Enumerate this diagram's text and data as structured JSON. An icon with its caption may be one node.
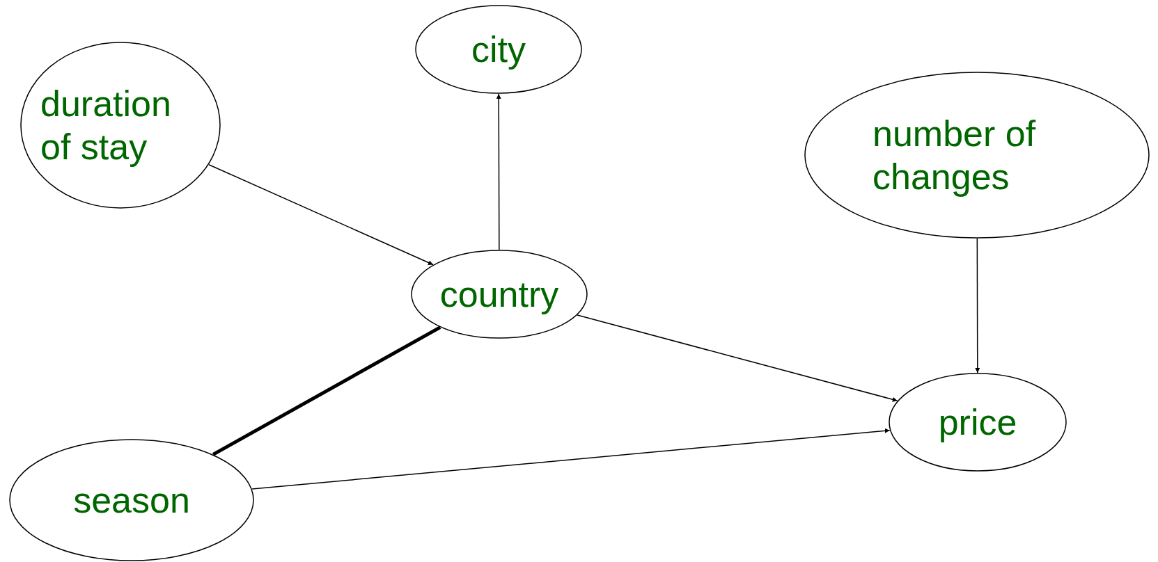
{
  "diagram": {
    "nodes": [
      {
        "text": [
          "city"
        ]
      },
      {
        "text": [
          "duration of stay"
        ]
      },
      {
        "text": [
          "number of changes"
        ]
      },
      {
        "text": [
          "country"
        ]
      },
      {
        "text": [
          "price"
        ]
      },
      {
        "text": [
          "season"
        ]
      }
    ],
    "edges": [
      {
        "from": 1,
        "to": 3,
        "arrow": "to"
      },
      {
        "from": 3,
        "to": 0,
        "arrow": "to"
      },
      {
        "from": 2,
        "to": 4,
        "arrow": "to"
      },
      {
        "from": 3,
        "to": 4,
        "arrow": "to"
      },
      {
        "from": 5,
        "to": 4,
        "arrow": "to"
      },
      {
        "from": 5,
        "to": 3,
        "arrow": "none",
        "style": "thick"
      }
    ]
  }
}
